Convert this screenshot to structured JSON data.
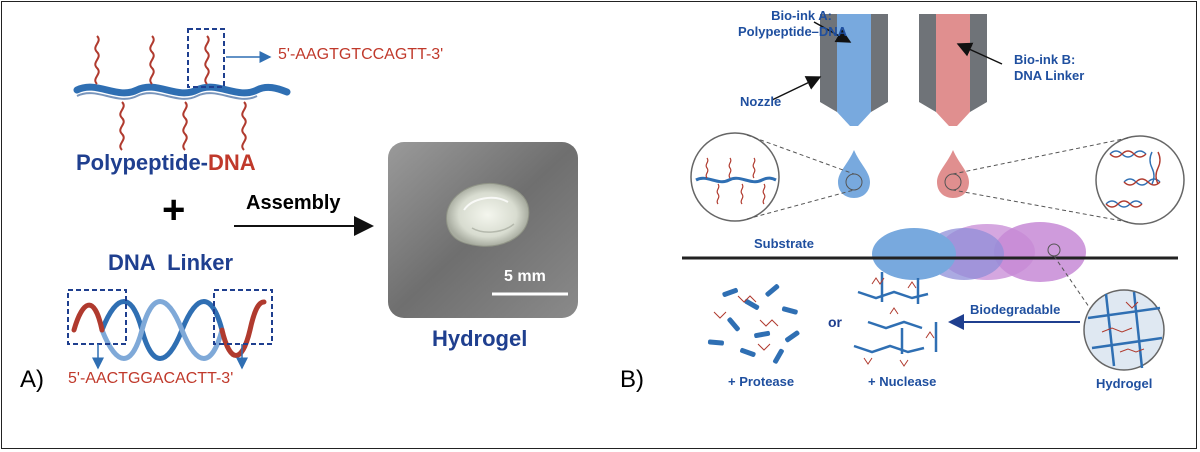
{
  "panelA": {
    "label": "A)",
    "sequence_top": "5'-AAGTGTCCAGTT-3'",
    "polypeptide_text": "Polypeptide-",
    "dna_text": "DNA",
    "plus": "+",
    "assembly": "Assembly",
    "dna_linker": "DNA  Linker",
    "sequence_bottom": "5'-AACTGGACACTT-3'",
    "scale_bar": "5 mm",
    "hydrogel": "Hydrogel"
  },
  "panelB": {
    "label": "B)",
    "bioink_a_line1": "Bio-ink A:",
    "bioink_a_line2": "Polypeptide–DNA",
    "bioink_b_line1": "Bio-ink B:",
    "bioink_b_line2": "DNA Linker",
    "nozzle": "Nozzle",
    "substrate": "Substrate",
    "biodegradable": "Biodegradable",
    "or": "or",
    "protease": "+ Protease",
    "nuclease": "+ Nuclease",
    "hydrogel": "Hydrogel"
  },
  "colors": {
    "polymer_blue": "#2f6fb3",
    "dna_red": "#b03a2e",
    "ink_a": "#6fa8dc",
    "ink_b": "#e08a8a",
    "gel_purple": "#c78ad6"
  }
}
